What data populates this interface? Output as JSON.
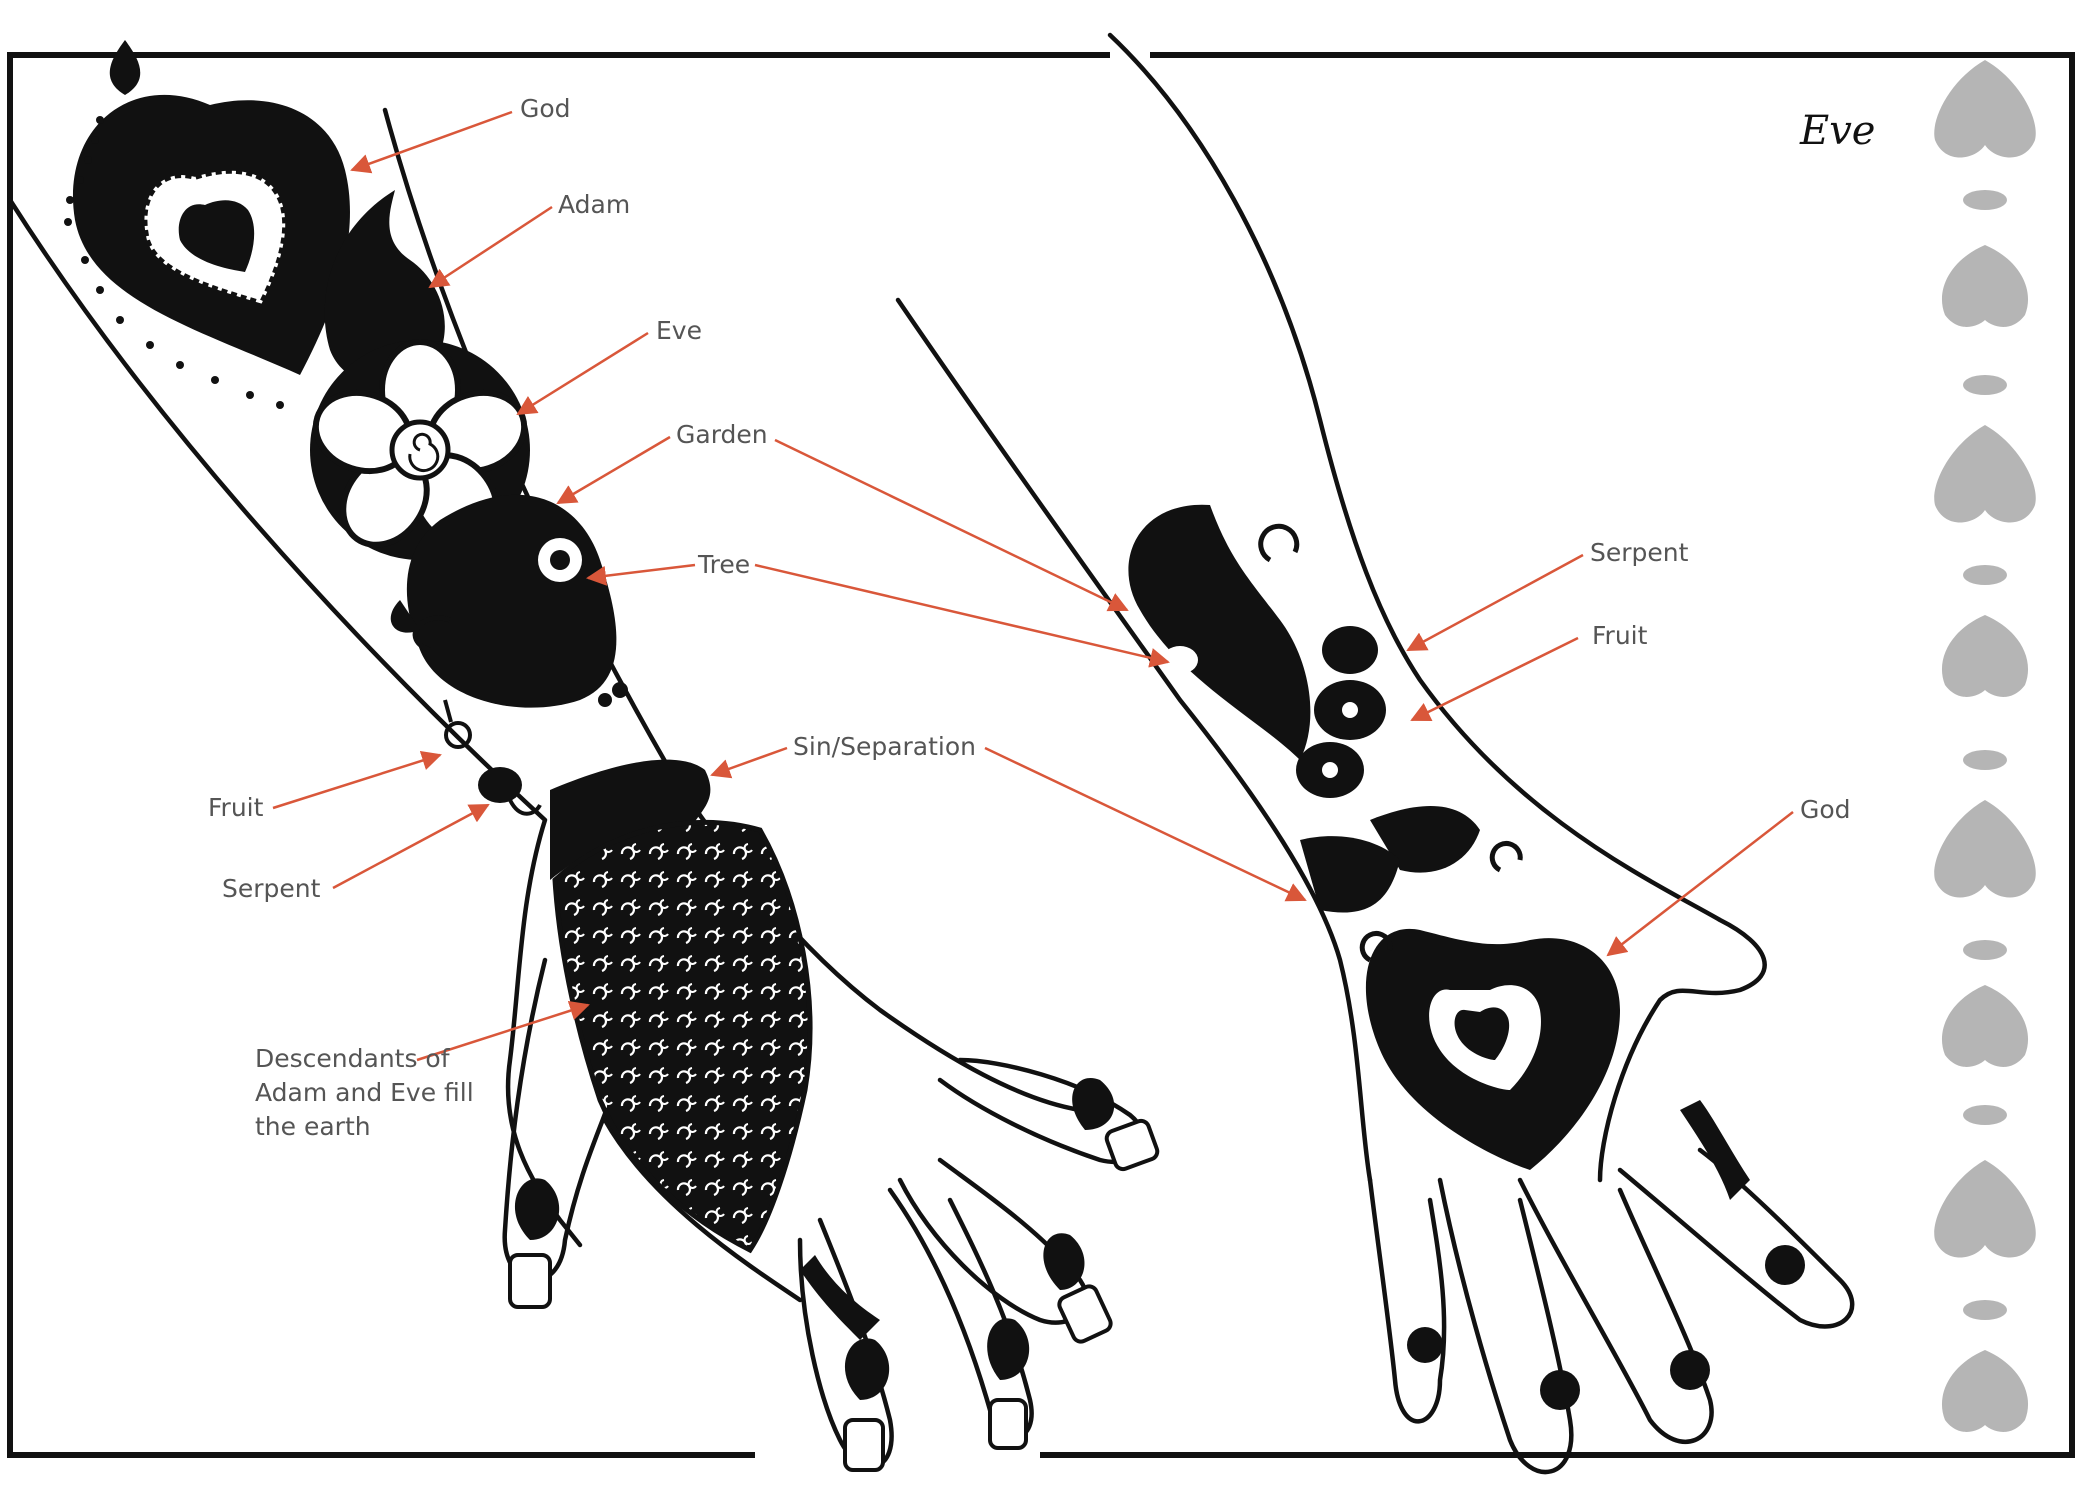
{
  "title": "Eve",
  "colors": {
    "ink": "#111111",
    "arrow": "#d9573a",
    "label": "#555555",
    "border_motif": "#b5b5b5"
  },
  "labels": {
    "left": {
      "god": "God",
      "adam": "Adam",
      "eve": "Eve",
      "garden": "Garden",
      "tree": "Tree",
      "sin": "Sin/Separation",
      "fruit": "Fruit",
      "serpent": "Serpent",
      "descendants": "Descendants of Adam and Eve fill the earth"
    },
    "right": {
      "serpent": "Serpent",
      "fruit": "Fruit",
      "god": "God"
    }
  }
}
